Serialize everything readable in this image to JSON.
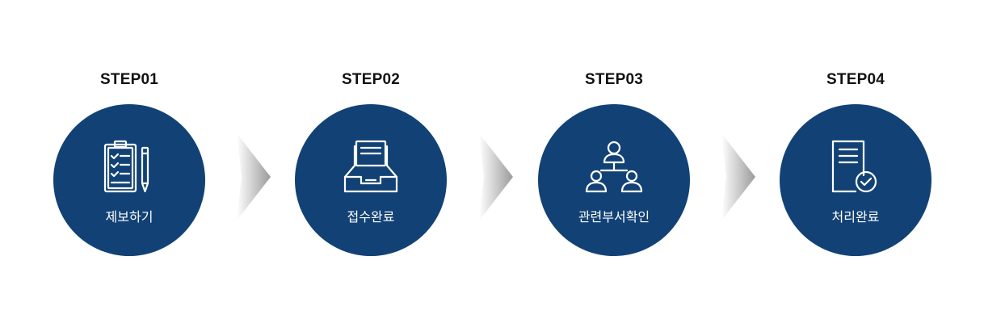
{
  "steps": [
    {
      "step": "STEP01",
      "label": "제보하기",
      "icon": "clipboard-checklist-pencil-icon"
    },
    {
      "step": "STEP02",
      "label": "접수완료",
      "icon": "inbox-tray-documents-icon"
    },
    {
      "step": "STEP03",
      "label": "관련부서확인",
      "icon": "org-chart-people-icon"
    },
    {
      "step": "STEP04",
      "label": "처리완료",
      "icon": "document-check-icon"
    }
  ],
  "colors": {
    "circle": "#124275",
    "text": "#111111",
    "arrow": "#9a9a9a"
  }
}
